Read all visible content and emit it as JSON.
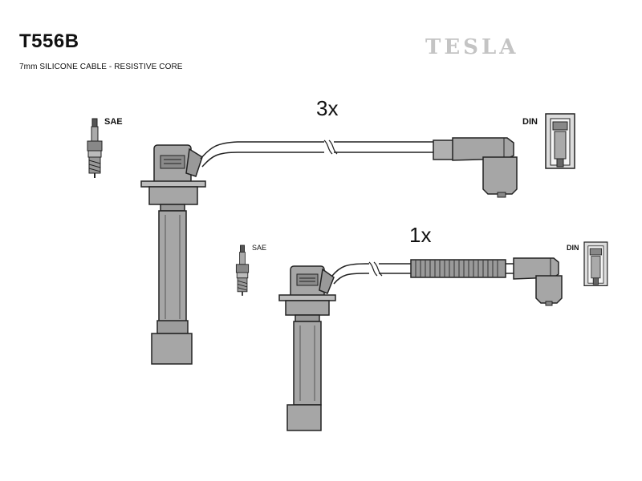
{
  "header": {
    "title": "T556B",
    "subtitle": "7mm SILICONE CABLE - RESISTIVE CORE",
    "brand": "TESLA"
  },
  "sets": [
    {
      "quantity": "3x",
      "plug_label": "SAE",
      "coil_label": "DIN"
    },
    {
      "quantity": "1x",
      "plug_label": "SAE",
      "coil_label": "DIN"
    }
  ],
  "colors": {
    "line": "#222222",
    "fill": "#a6a6a6",
    "fill_dark": "#7a7a7a",
    "brand": "#c4c4c4"
  }
}
